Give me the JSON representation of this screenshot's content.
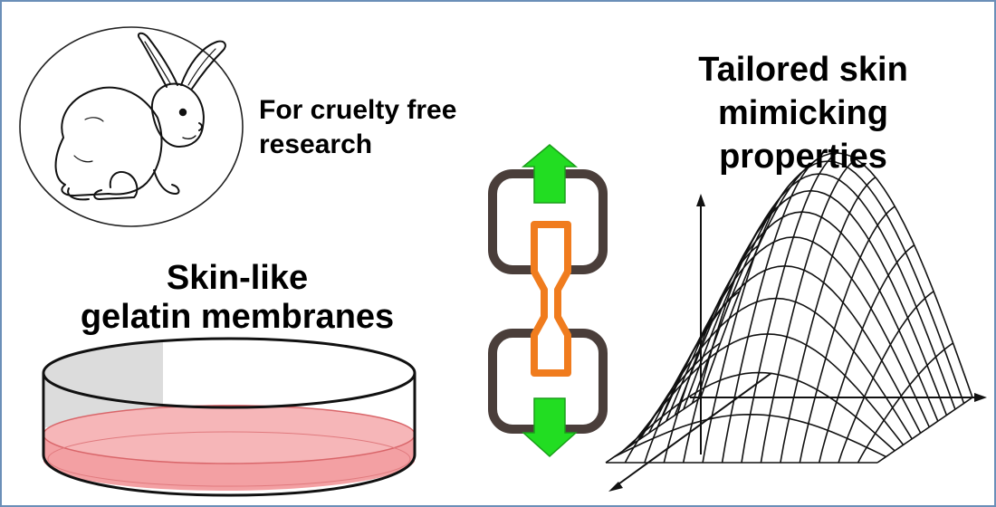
{
  "texts": {
    "cruelty_line1": "For cruelty free",
    "cruelty_line2": "research",
    "membranes_line1": "Skin-like",
    "membranes_line2": "gelatin membranes",
    "tailored_line1": "Tailored skin",
    "tailored_line2": "mimicking",
    "tailored_line3": "properties"
  },
  "colors": {
    "frame_border": "#6b8fb8",
    "specimen": "#f07c1e",
    "grip": "#4a3e3a",
    "arrow": "#22dd22",
    "gel_fill": "#f3a0a3",
    "gel_edge": "#d9666a"
  },
  "icons": [
    "rabbit-icon",
    "petri-dish-icon",
    "tensile-specimen-icon",
    "pull-arrow-icon",
    "surface-plot-icon"
  ]
}
